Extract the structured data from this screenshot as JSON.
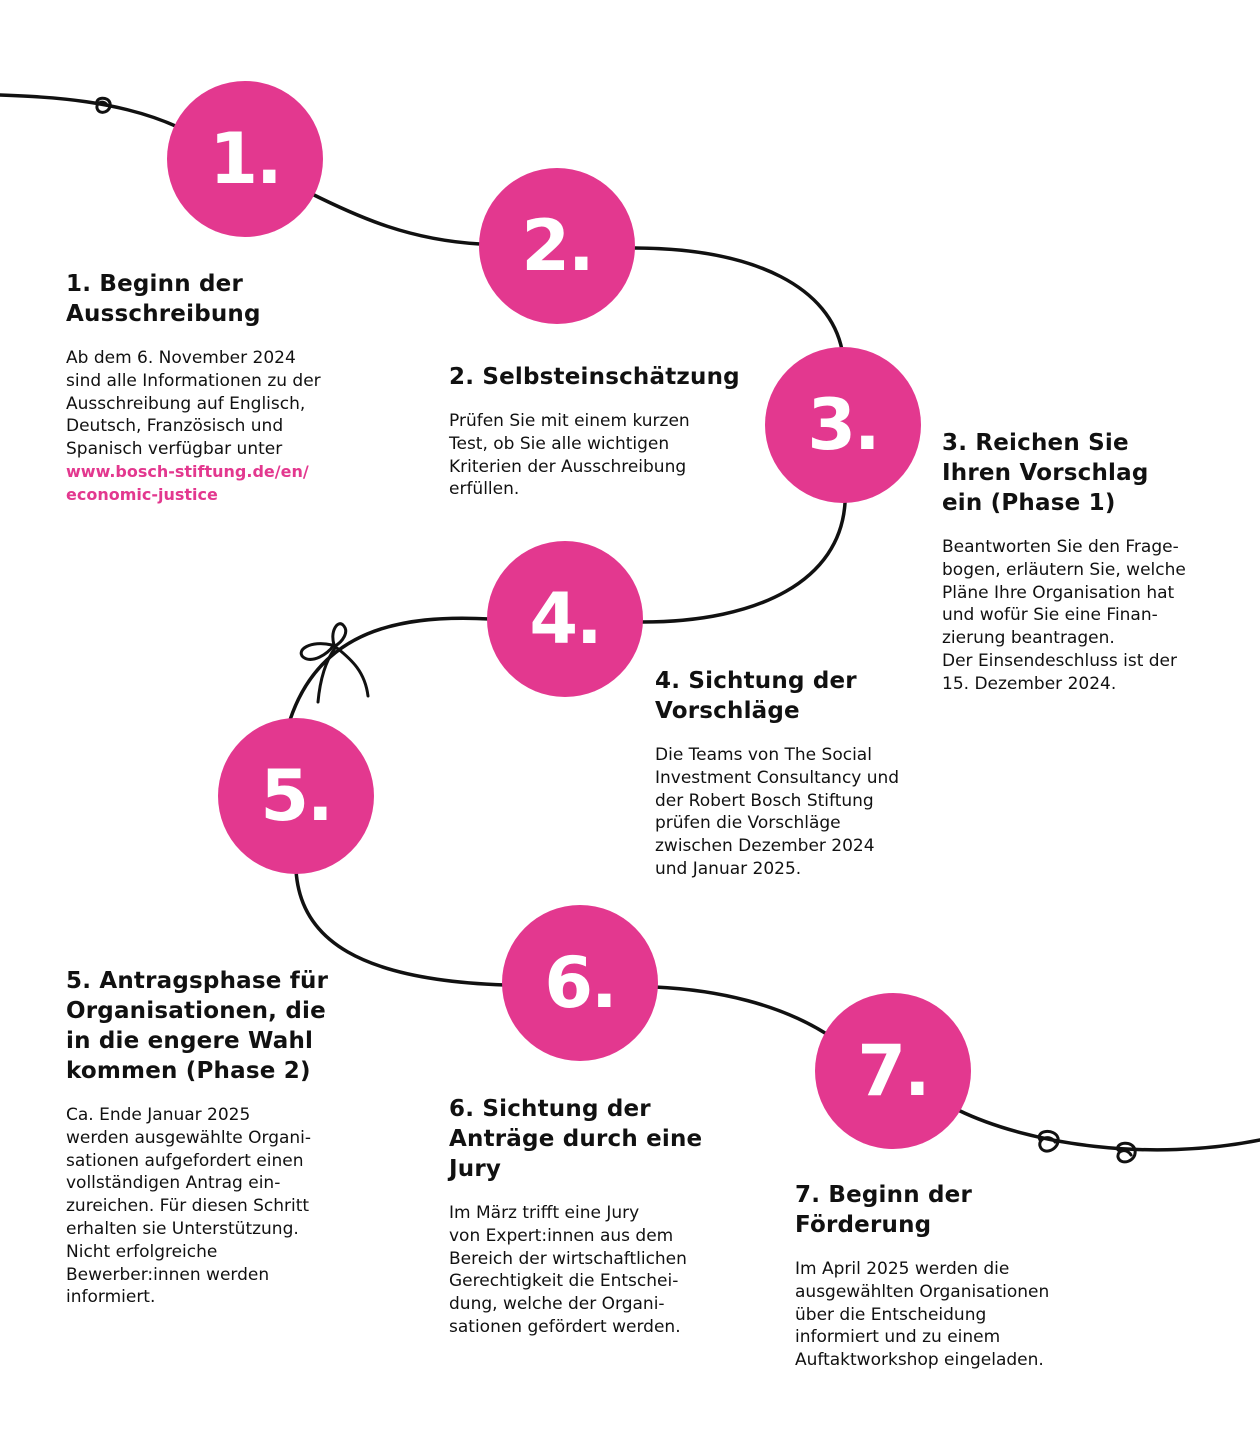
{
  "accent_color": "#e3388f",
  "steps": [
    {
      "number": "1.",
      "title": "1. Beginn der\nAusschreibung",
      "body": "Ab dem 6. November 2024\nsind alle Informationen zu der\nAusschreibung auf Englisch,\nDeutsch, Französisch und\nSpanisch verfügbar unter",
      "link": "www.bosch-stiftung.de/en/\neconomic-justice"
    },
    {
      "number": "2.",
      "title": "2. Selbsteinschätzung",
      "body": "Prüfen Sie mit einem kurzen\nTest, ob Sie alle wichtigen\nKriterien der Ausschreibung\nerfüllen."
    },
    {
      "number": "3.",
      "title": "3. Reichen Sie\nIhren Vorschlag\nein (Phase 1)",
      "body": "Beantworten Sie den Frage-\nbogen, erläutern Sie, welche\nPläne Ihre Organisation hat\nund wofür Sie eine Finan-\nzierung beantragen.\nDer Einsendeschluss ist der\n15. Dezember 2024."
    },
    {
      "number": "4.",
      "title": "4. Sichtung der\nVorschläge",
      "body": "Die Teams von The Social\nInvestment Consultancy und\nder Robert Bosch Stiftung\nprüfen die Vorschläge\nzwischen Dezember 2024\nund Januar 2025."
    },
    {
      "number": "5.",
      "title": "5. Antragsphase für\nOrganisationen, die\nin die engere Wahl\nkommen (Phase 2)",
      "body": "Ca. Ende Januar 2025\nwerden ausgewählte Organi-\nsationen aufgefordert einen\nvollständigen Antrag ein-\nzureichen. Für diesen Schritt\nerhalten sie Unterstützung.\nNicht erfolgreiche\nBewerber:innen werden\ninformiert."
    },
    {
      "number": "6.",
      "title": "6. Sichtung der\nAnträge durch eine\nJury",
      "body": "Im März trifft eine Jury\nvon Expert:innen aus dem\nBereich der wirtschaftlichen\nGerechtigkeit die Entschei-\ndung, welche der Organi-\nsationen gefördert werden."
    },
    {
      "number": "7.",
      "title": "7. Beginn der\nFörderung",
      "body": "Im April 2025 werden die\nausgewählten Organisationen\nüber die Entscheidung\ninformiert und zu einem\nAuftaktworkshop eingeladen."
    }
  ]
}
